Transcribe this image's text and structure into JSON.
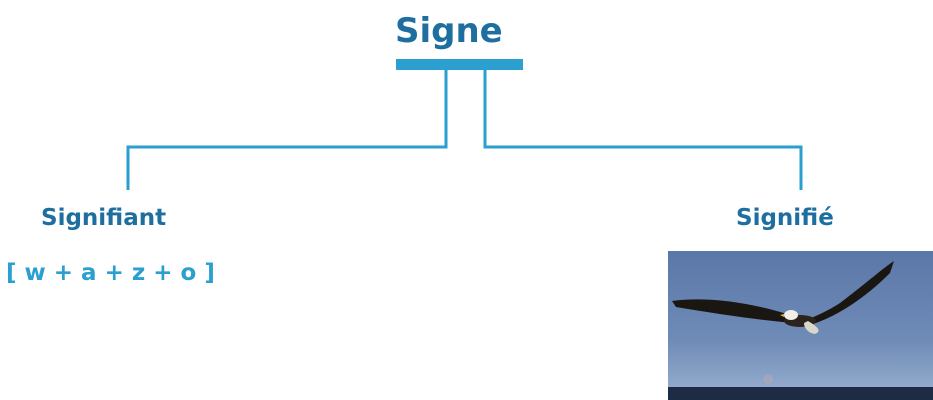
{
  "diagram": {
    "root": {
      "label": "Signe"
    },
    "children": [
      {
        "label": "Signifiant",
        "content": "[ w + a + z + o ]"
      },
      {
        "label": "Signifié",
        "image": "eagle-in-flight-photo"
      }
    ]
  },
  "colors": {
    "title": "#1e6fa0",
    "connector": "#2a9fd0",
    "formula": "#2a9fd0"
  }
}
